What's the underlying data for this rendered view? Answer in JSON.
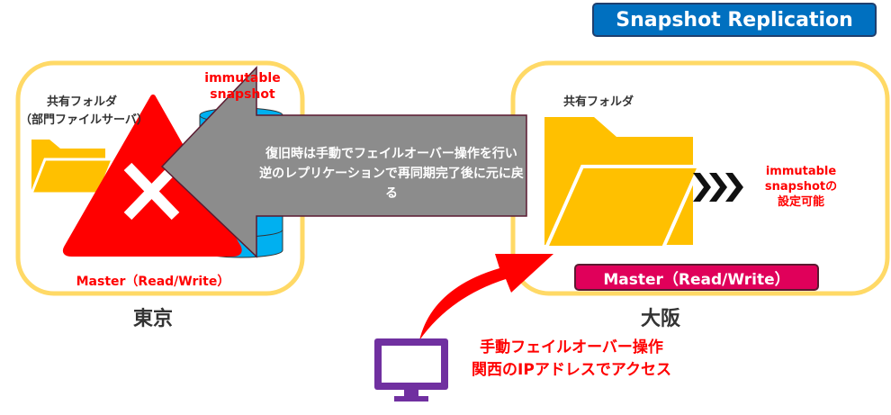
{
  "title": "Snapshot Replication",
  "tokyo": {
    "city": "東京",
    "folder_label_1": "共有フォルダ",
    "folder_label_2": "（部門ファイルサーバ）",
    "immutable_1": "immutable",
    "immutable_2": "snapshot",
    "master": "Master（Read/Write）"
  },
  "osaka": {
    "city": "大阪",
    "folder_label": "共有フォルダ",
    "immutable_1": "immutable",
    "immutable_2": "snapshotの",
    "immutable_3": "設定可能",
    "master": "Master（Read/Write）"
  },
  "failback_note": {
    "line1": "復旧時は手動でフェイルオーバー操作を行い",
    "line2": "逆のレプリケーションで再同期完了後に元に戻る"
  },
  "client_note": {
    "line1": "手動フェイルオーバー操作",
    "line2": "関西のIPアドレスでアクセス"
  },
  "colors": {
    "accent_blue": "#0070c0",
    "box_border": "#ffd966",
    "folder": "#ffc000",
    "alert_red": "#ff0000",
    "master_magenta": "#e0005a",
    "monitor": "#7030a0",
    "db": "#00b0f0",
    "arrow_gray": "#8c8c8c"
  }
}
